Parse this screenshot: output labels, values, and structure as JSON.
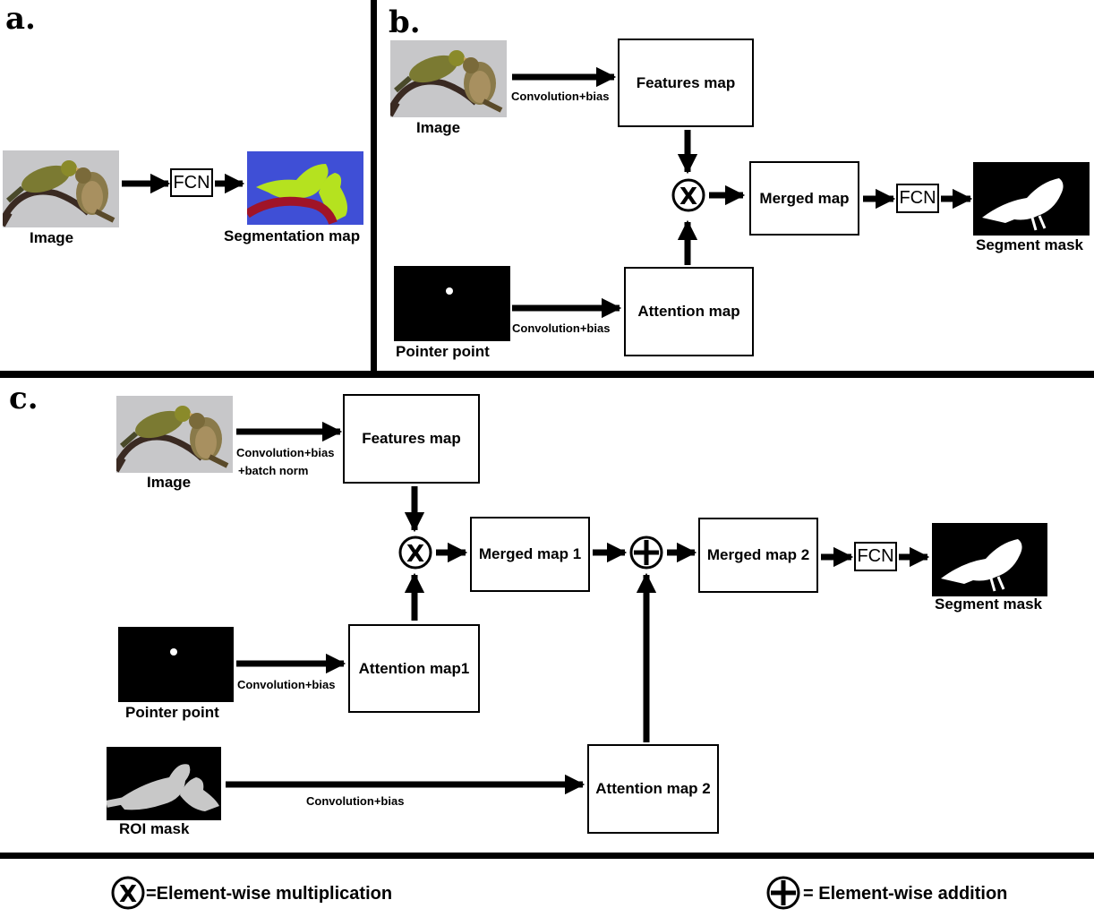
{
  "panels": {
    "a": "a.",
    "b": "b.",
    "c": "c."
  },
  "panel_a": {
    "image_caption": "Image",
    "fcn_label": "FCN",
    "segmentation_caption": "Segmentation map"
  },
  "panel_b": {
    "image_caption": "Image",
    "conv_top": "Convolution+bias",
    "features_box": "Features map",
    "multiply_symbol": "X",
    "merged_box": "Merged map",
    "fcn_label": "FCN",
    "segment_caption": "Segment mask",
    "pointer_caption": "Pointer point",
    "conv_bottom": "Convolution+bias",
    "attention_box": "Attention map"
  },
  "panel_c": {
    "image_caption": "Image",
    "conv_image_line1": "Convolution+bias",
    "conv_image_line2": "+batch norm",
    "features_box": "Features map",
    "multiply_symbol": "X",
    "merged1_box": "Merged map 1",
    "merged2_box": "Merged map 2",
    "fcn_label": "FCN",
    "segment_caption": "Segment mask",
    "pointer_caption": "Pointer point",
    "conv_pointer": "Convolution+bias",
    "attention1_box": "Attention map1",
    "roi_caption": "ROI mask",
    "conv_roi": "Convolution+bias",
    "attention2_box": "Attention map 2"
  },
  "legend": {
    "multiplication": "=Element-wise multiplication",
    "addition": "= Element-wise addition",
    "multiply_symbol": "X"
  },
  "colors": {
    "photo_background": "#c7c7c9",
    "segmentation_background": "#3f4fd6",
    "segmentation_bird": "#b5e21f",
    "segmentation_branch": "#a01428",
    "roi_gray": "#c8c8c8"
  }
}
